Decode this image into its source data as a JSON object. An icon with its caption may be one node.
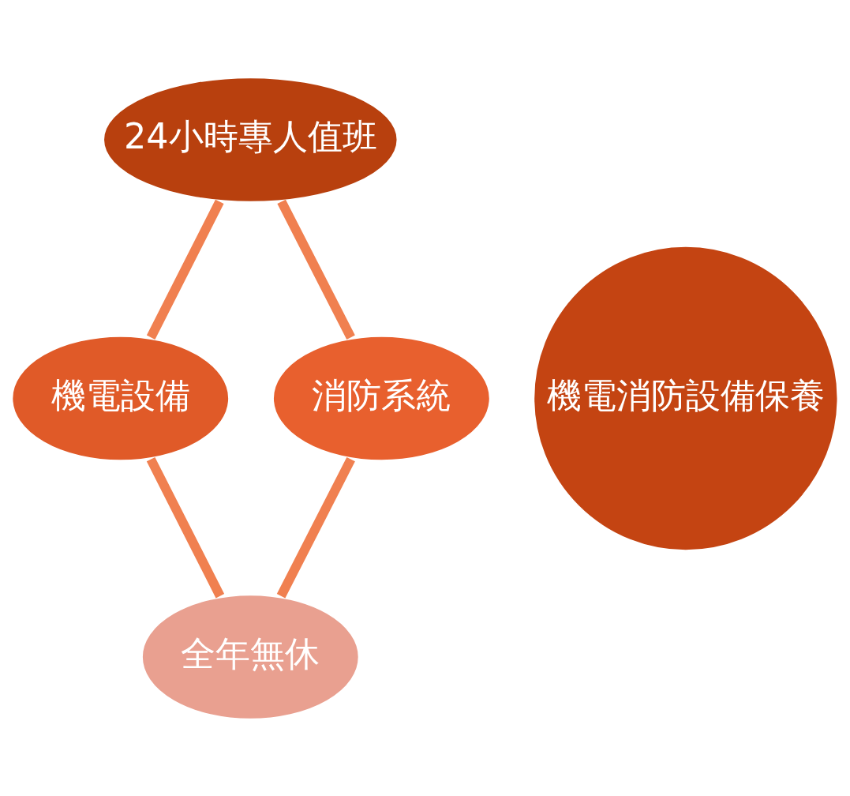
{
  "diagram": {
    "nodes": [
      {
        "text": [
          "24小時專人值班"
        ]
      },
      {
        "text": [
          "機電設備"
        ]
      },
      {
        "text": [
          "機電消防設備保養"
        ]
      },
      {
        "text": [
          "消防系統"
        ]
      },
      {
        "text": [
          "全年無休"
        ]
      }
    ],
    "edges": [
      {
        "from": 0,
        "to": 3,
        "arrow": "none"
      },
      {
        "from": 3,
        "to": 4,
        "arrow": "none"
      },
      {
        "from": 4,
        "to": 1,
        "arrow": "none"
      },
      {
        "from": 1,
        "to": 0,
        "arrow": "none"
      }
    ]
  }
}
